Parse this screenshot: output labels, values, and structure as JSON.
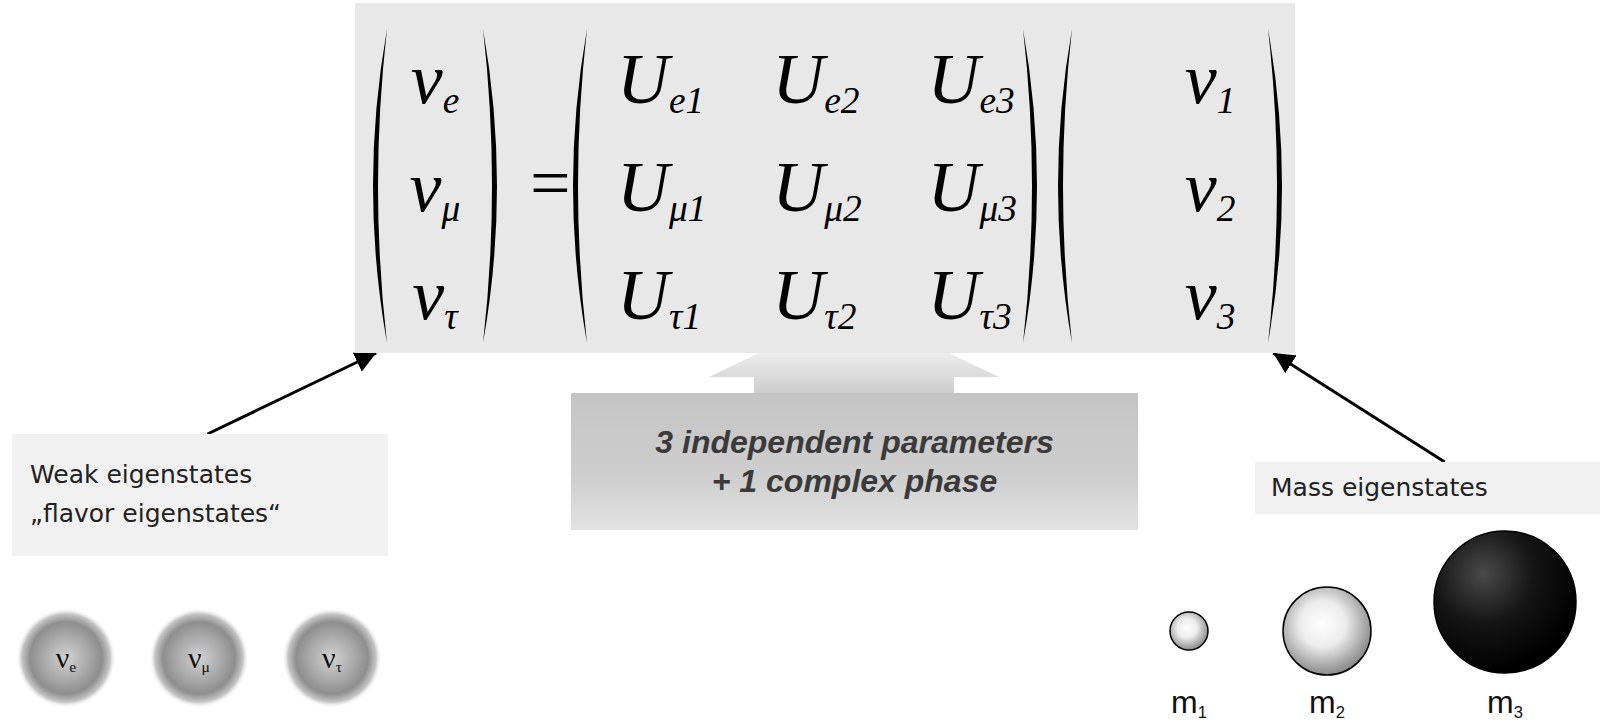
{
  "diagram": {
    "nodes": [
      {
        "text": [
          "="
        ]
      },
      {
        "text": [
          "νe",
          "νμ",
          "ντ"
        ],
        "in": 0
      },
      {
        "text": [
          "Ue1",
          "Ue2",
          "Ue3",
          "Uμ1",
          "Uμ2",
          "Uμ3",
          "Uτ1",
          "Uτ2",
          "Uτ3"
        ],
        "in": 0
      },
      {
        "text": [
          "ν1",
          "ν2",
          "ν3"
        ],
        "in": 0
      },
      {
        "text": [
          "3 independent parameters + 1 complex phase"
        ]
      },
      {
        "text": [
          "Weak eigenstates",
          "„flavor eigenstates“"
        ]
      },
      {
        "text": [
          "Mass eigenstates"
        ]
      },
      {
        "text": [
          "νe"
        ]
      },
      {
        "text": [
          "νμ"
        ]
      },
      {
        "text": [
          "ντ"
        ]
      },
      {
        "text": [
          "m1"
        ]
      },
      {
        "text": [
          "m2"
        ]
      },
      {
        "text": [
          "m3"
        ]
      }
    ],
    "edges": [
      {
        "from": 5,
        "to": 1,
        "arrow": "to"
      },
      {
        "from": 4,
        "to": 2,
        "arrow": "to"
      },
      {
        "from": 6,
        "to": 3,
        "arrow": "to"
      }
    ]
  }
}
